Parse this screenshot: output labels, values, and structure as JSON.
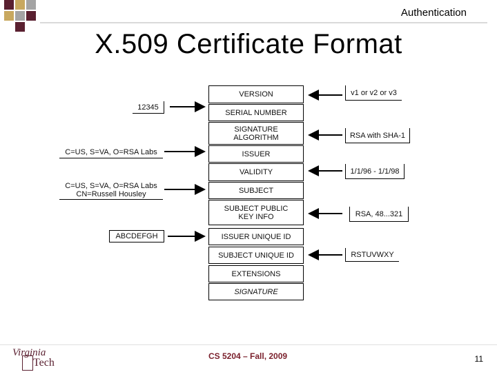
{
  "header": {
    "section": "Authentication",
    "title": "X.509 Certificate Format",
    "accent_colors": [
      "#5a2030",
      "#c8a85f",
      "#a4a4a4"
    ]
  },
  "fields": [
    "VERSION",
    "SERIAL NUMBER",
    "SIGNATURE ALGORITHM",
    "ISSUER",
    "VALIDITY",
    "SUBJECT",
    "SUBJECT PUBLIC KEY INFO",
    "ISSUER UNIQUE ID",
    "SUBJECT UNIQUE ID",
    "EXTENSIONS",
    "SIGNATURE"
  ],
  "left_labels": {
    "serial": "12345",
    "issuer": "C=US, S=VA, O=RSA Labs",
    "subject_line1": "C=US, S=VA, O=RSA Labs",
    "subject_line2": "CN=Russell Housley",
    "issuer_uid": "ABCDEFGH"
  },
  "right_labels": {
    "version": "v1 or v2 or v3",
    "sig_alg": "RSA with SHA-1",
    "validity": "1/1/96 - 1/1/98",
    "pubkey": "RSA, 48...321",
    "subject_uid": "RSTUVWXY"
  },
  "footer": {
    "logo_top": "Virginia",
    "logo_bottom": "Tech",
    "course": "CS 5204 – Fall, 2009",
    "page": "11"
  }
}
